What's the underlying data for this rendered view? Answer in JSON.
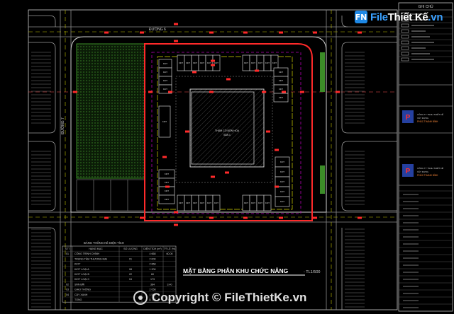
{
  "site_logo": {
    "icon": "FN",
    "text_a": "File",
    "text_b": "Thiết Kế",
    "text_c": ".vn"
  },
  "watermark": {
    "icon": "copyright-icon",
    "text": "Copyright © FileThietKe.vn"
  },
  "drawing": {
    "road_top": "ĐƯỜNG 6",
    "road_left": "ĐƯỜNG 7",
    "center_label": "THẢM CỎ BỒN HOA",
    "center_sub": "SÂN 1",
    "title": "MẶT BẰNG PHÂN KHU CHỨC NĂNG",
    "scale": "- TL1/500",
    "kiosk_label": "KIOT"
  },
  "title_block": {
    "legend_header": "GHI CHÚ",
    "company1_a": "CÔNG TY TNHH THIẾT KẾ",
    "company1_b": "XÂY DỰNG",
    "company1_c": "PHÚC THANH BÌNH",
    "company2_a": "CÔNG TY TNHH THIẾT KẾ",
    "company2_b": "XÂY DỰNG",
    "company2_c": "PHÚC THANH BÌNH"
  },
  "table": {
    "caption": "BẢNG THỐNG KÊ DIỆN TÍCH",
    "headers": [
      "STT",
      "HẠNG MỤC",
      "SỐ LƯỢNG",
      "DIỆN TÍCH (m²)",
      "TỶ LỆ (%)"
    ],
    "rows": [
      [
        "01",
        "CÔNG TRÌNH CHÍNH",
        "",
        "4 668",
        "60.00"
      ],
      [
        "",
        "TRUNG TÂM THƯƠNG MẠI",
        "01",
        "2 000",
        ""
      ],
      [
        "",
        "KIOT",
        "",
        "2 668",
        ""
      ],
      [
        "",
        "KIOT LOẠI A",
        "08",
        "1 200",
        ""
      ],
      [
        "",
        "KIOT LOẠI B",
        "22",
        "60",
        ""
      ],
      [
        "",
        "KIOT LOẠI C",
        "04",
        "173",
        ""
      ],
      [
        "02",
        "SÂN BÃI",
        "",
        "384",
        "3.40"
      ],
      [
        "03",
        "GIAO THÔNG",
        "",
        "2 058",
        ""
      ],
      [
        "04",
        "CÂY XANH",
        "",
        "1 584",
        ""
      ],
      [
        "",
        "TỔNG",
        "",
        "11 367",
        "100"
      ]
    ]
  },
  "colors": {
    "background": "#000000",
    "road": "#8c8c8c",
    "boundary": "#ff2a2a",
    "kiosk": "#c8c8c8",
    "green": "#3c8c28",
    "yellow": "#d7d700",
    "magenta": "#b400b4",
    "dim": "#00a0a0"
  }
}
